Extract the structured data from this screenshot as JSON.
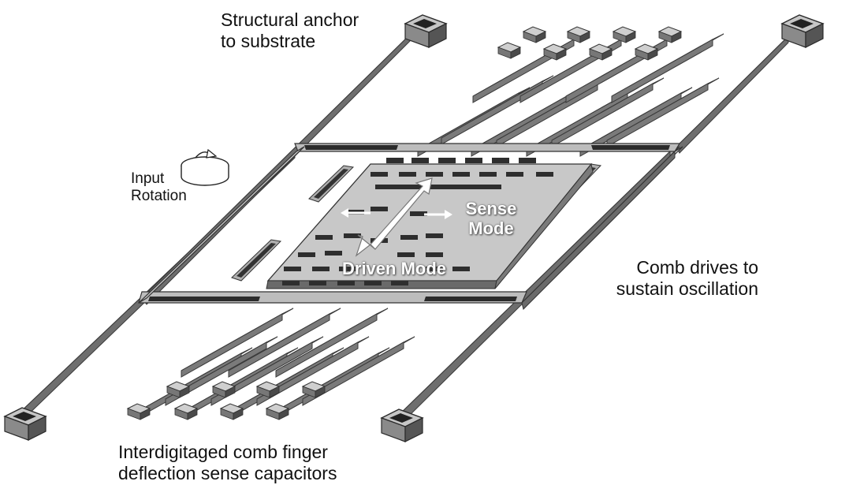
{
  "labels": {
    "anchor_line1": "Structural anchor",
    "anchor_line2": "to substrate",
    "input_line1": "Input",
    "input_line2": "Rotation",
    "sense_line1": "Sense",
    "sense_line2": "Mode",
    "driven": "Driven Mode",
    "comb_line1": "Comb drives to",
    "comb_line2": "sustain oscillation",
    "caps_line1": "Interdigitaged comb finger",
    "caps_line2": "deflection sense capacitors"
  },
  "colors": {
    "face": "#b8b8b8",
    "face_light": "#cfcfcf",
    "side": "#6e6e6e",
    "slot": "#2e2e2e",
    "edge": "#3a3a3a"
  },
  "icons": [
    "rotation-icon",
    "driven-mode-arrow-icon",
    "sense-mode-arrow-icon"
  ]
}
